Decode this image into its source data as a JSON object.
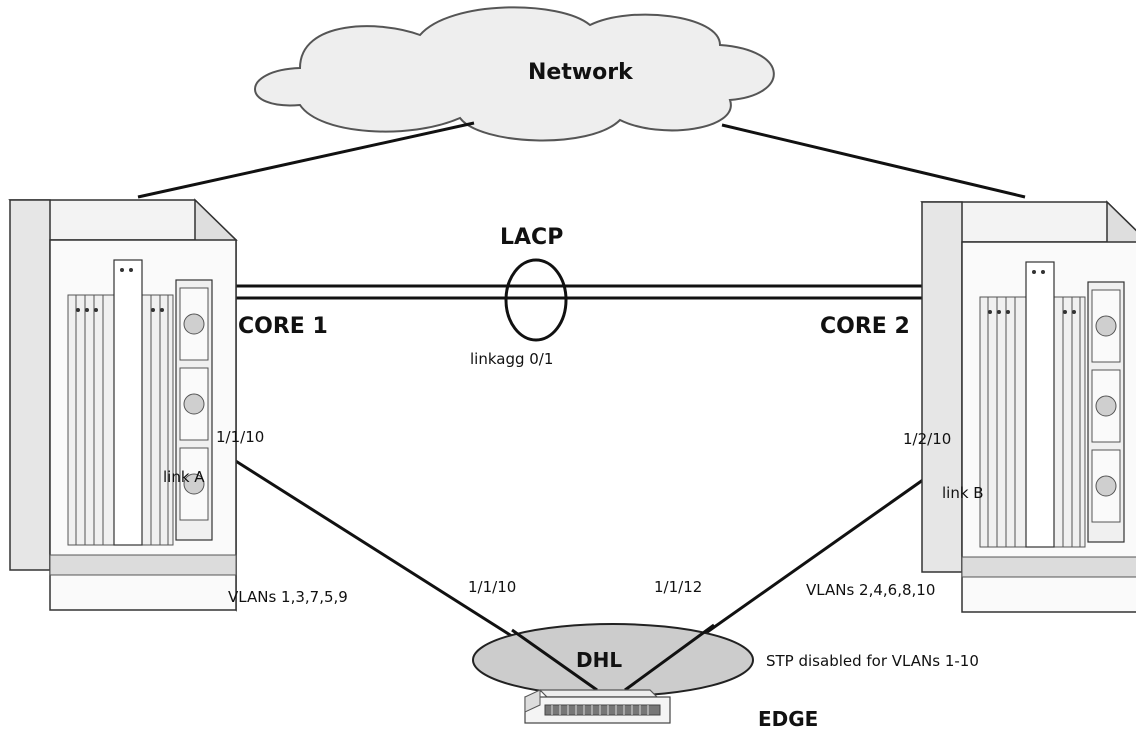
{
  "cloud": {
    "label": "Network"
  },
  "lacp": {
    "label": "LACP",
    "linkagg_label": "linkagg 0/1"
  },
  "core1": {
    "label": "CORE 1",
    "port": "1/1/10",
    "link": "link A"
  },
  "core2": {
    "label": "CORE 2",
    "port": "1/2/10",
    "link": "link B"
  },
  "dhl": {
    "label": "DHL",
    "port_a": "1/1/10",
    "port_b": "1/1/12",
    "vlans_a": "VLANs 1,3,7,5,9",
    "vlans_b": "VLANs 2,4,6,8,10",
    "stp_note": "STP disabled for VLANs 1-10"
  },
  "edge": {
    "label": "EDGE"
  },
  "colors": {
    "line": "#111111",
    "cloud_fill": "#eeeeee",
    "dhl_fill": "#cccccc",
    "device_fill": "#f7f7f7"
  }
}
